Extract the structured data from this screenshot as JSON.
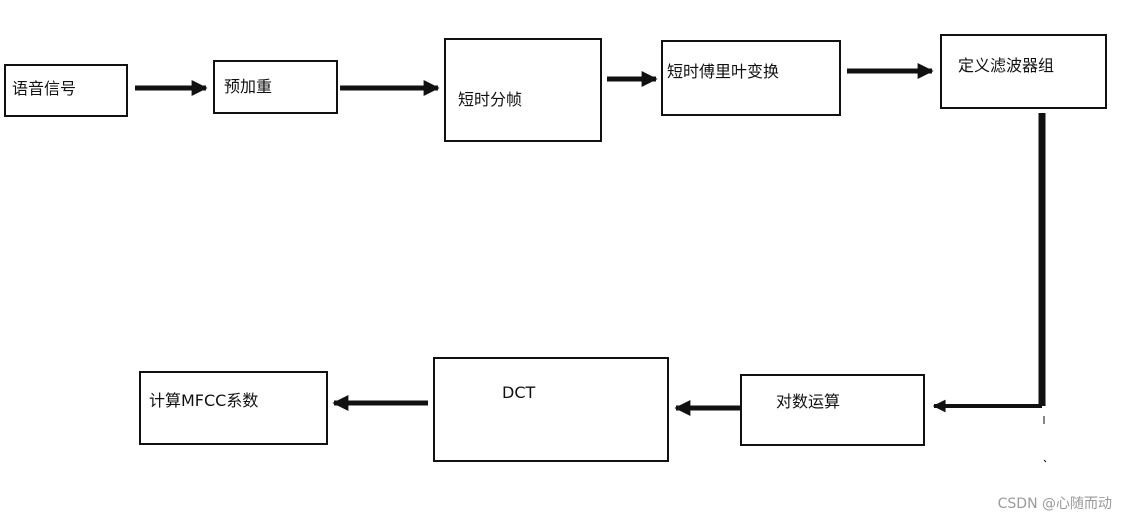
{
  "diagram": {
    "nodes": {
      "speech_signal": "语音信号",
      "pre_emphasis": "预加重",
      "framing": "短时分帧",
      "stft": "短时傅里叶变换",
      "filter_bank": "定义滤波器组",
      "log_op": "对数运算",
      "dct": "DCT",
      "mfcc": "计算MFCC系数"
    },
    "edges": [
      [
        "speech_signal",
        "pre_emphasis"
      ],
      [
        "pre_emphasis",
        "framing"
      ],
      [
        "framing",
        "stft"
      ],
      [
        "stft",
        "filter_bank"
      ],
      [
        "filter_bank",
        "log_op"
      ],
      [
        "log_op",
        "dct"
      ],
      [
        "dct",
        "mfcc"
      ]
    ]
  },
  "watermark": "CSDN @心随而动",
  "colors": {
    "stroke": "#111111",
    "background": "#ffffff",
    "watermark": "#9a9a9a"
  }
}
